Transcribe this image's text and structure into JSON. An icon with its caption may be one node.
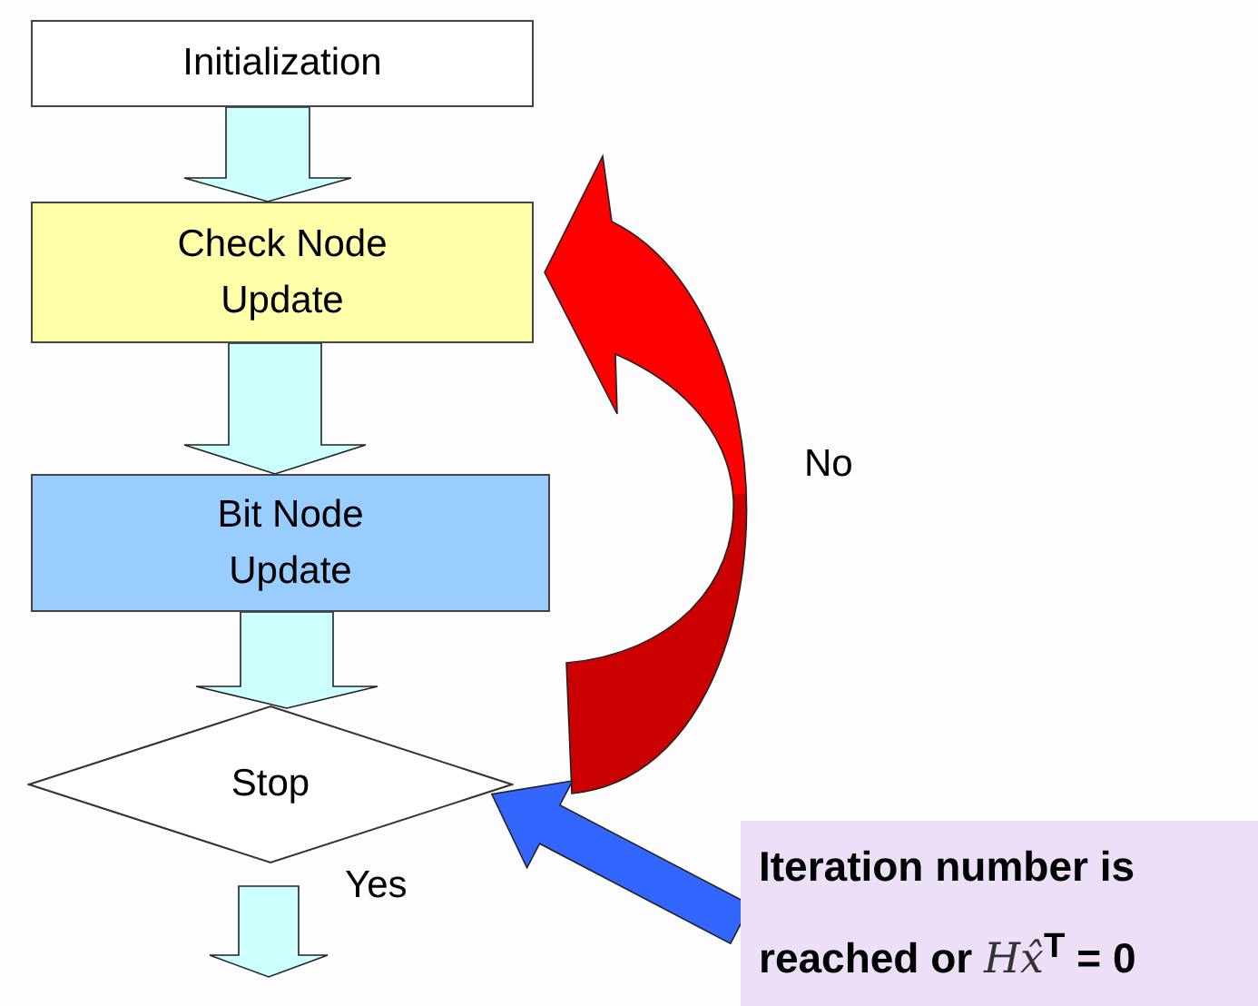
{
  "diagram": {
    "nodes": [
      {
        "text": [
          "Initialization"
        ]
      },
      {
        "text": [
          "Check Node Update"
        ]
      },
      {
        "text": [
          "Bit Node Update"
        ]
      },
      {
        "text": [
          "Stop"
        ]
      },
      {
        "text": [
          "**Iteration number is reached or** *Hx̂*$^{T}$ = 0"
        ]
      }
    ],
    "edges": [
      {
        "from": 0,
        "to": 1,
        "arrow": "to"
      },
      {
        "from": 1,
        "to": 2,
        "arrow": "to"
      },
      {
        "from": 2,
        "to": 3,
        "arrow": "to"
      },
      {
        "from": 3,
        "to": null,
        "arrow": "to",
        "label": "Yes"
      },
      {
        "from": 3,
        "to": 1,
        "arrow": "to",
        "label": "No",
        "color": "#ff0000"
      },
      {
        "from": 4,
        "to": 3,
        "arrow": "to",
        "color": "#3366ff"
      }
    ]
  }
}
